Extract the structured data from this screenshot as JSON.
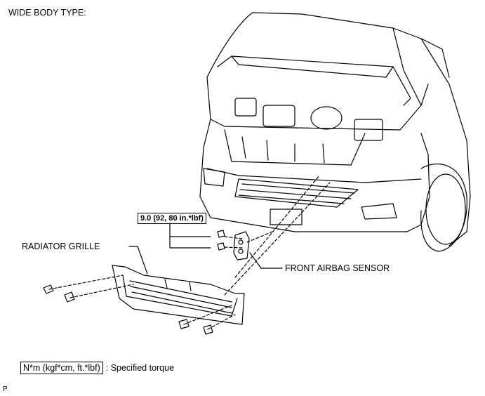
{
  "diagram": {
    "title": "WIDE BODY TYPE:",
    "torque_spec": "9.0 (92, 80 in.*lbf)",
    "labels": {
      "radiator_grille": "RADIATOR GRILLE",
      "front_airbag_sensor": "FRONT AIRBAG SENSOR"
    },
    "legend": {
      "unit_box": "N*m (kgf*cm, ft.*lbf)",
      "description": ": Specified torque"
    },
    "page_code": "P"
  }
}
